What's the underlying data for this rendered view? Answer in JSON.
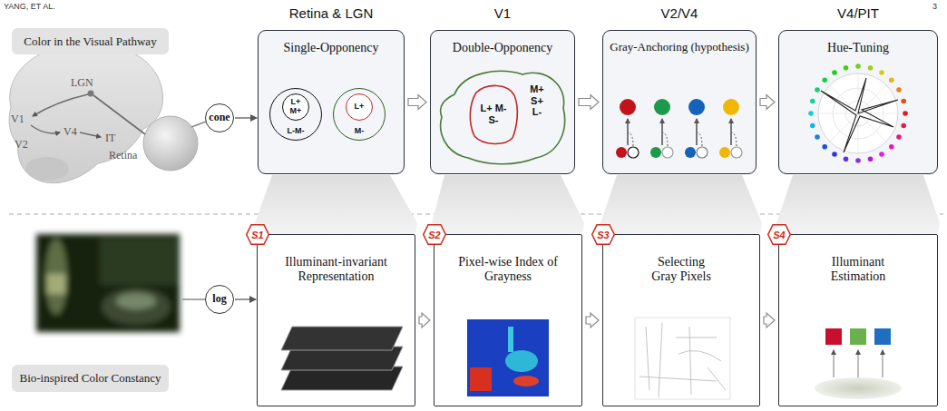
{
  "diagram": {
    "nodes": [
      {
        "text": [
          "Color in the Visual Pathway"
        ]
      },
      {
        "text": [
          "cone"
        ]
      },
      {
        "text": [
          "Retina & LGN",
          "Single-Opponency"
        ]
      },
      {
        "text": [
          "L-M-"
        ],
        "in": 2
      },
      {
        "text": [
          "L+ M+"
        ],
        "in": 3
      },
      {
        "text": [
          "M-"
        ],
        "in": 2
      },
      {
        "text": [
          "L+"
        ],
        "in": 5
      },
      {
        "text": [
          "V1",
          "Double-Opponency"
        ]
      },
      {
        "text": [
          "M+ S+ L-"
        ],
        "in": 7
      },
      {
        "text": [
          "L+ M-S-"
        ],
        "in": 8
      },
      {
        "text": [
          "V2/V4",
          "Gray-Anchoring (hypothesis)"
        ]
      },
      {
        "text": [
          "V4/PIT",
          "Hue-Tuning"
        ]
      },
      {
        "text": [
          "Bio-inspired Color Constancy"
        ]
      },
      {
        "text": [
          "log"
        ]
      },
      {
        "text": [
          "Illuminant-invariant Representation"
        ]
      },
      {
        "text": [
          "S1"
        ],
        "in": 14
      },
      {
        "text": [
          "Pixel-wise Index of Grayness"
        ]
      },
      {
        "text": [
          "S2"
        ],
        "in": 16
      },
      {
        "text": [
          "Selecting Gray Pixels"
        ]
      },
      {
        "text": [
          "S3"
        ],
        "in": 18
      },
      {
        "text": [
          "Illuminant Estimation"
        ]
      },
      {
        "text": [
          "S4"
        ],
        "in": 20
      }
    ],
    "edges": [
      {
        "from": 1,
        "to": 2,
        "arrow": "to"
      },
      {
        "from": 2,
        "to": 7,
        "arrow": "to"
      },
      {
        "from": 7,
        "to": 10,
        "arrow": "to"
      },
      {
        "from": 10,
        "to": 11,
        "arrow": "to"
      },
      {
        "from": 13,
        "to": 14,
        "arrow": "to"
      },
      {
        "from": 14,
        "to": 16,
        "arrow": "to"
      },
      {
        "from": 16,
        "to": 18,
        "arrow": "to"
      },
      {
        "from": 18,
        "to": 20,
        "arrow": "to"
      }
    ],
    "labels": [
      "YANG, ET AL.",
      "3",
      "LGN",
      "V1",
      "V4",
      "V2",
      "IT",
      "Retina"
    ]
  }
}
